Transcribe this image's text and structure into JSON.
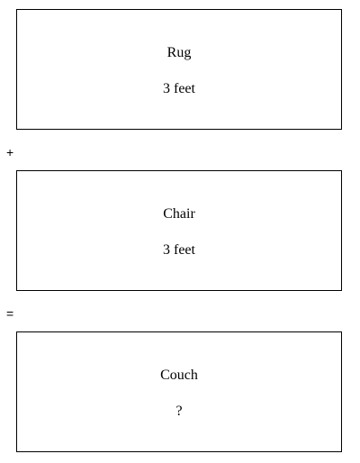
{
  "boxes": [
    {
      "name": "Rug",
      "value": "3 feet"
    },
    {
      "name": "Chair",
      "value": "3 feet"
    },
    {
      "name": "Couch",
      "value": "?"
    }
  ],
  "operators": {
    "plus": "+",
    "equals": "="
  }
}
